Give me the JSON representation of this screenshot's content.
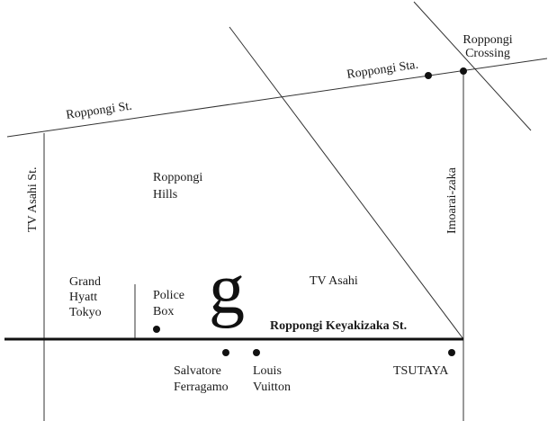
{
  "colors": {
    "ink": "#111111",
    "road": "#333333",
    "background": "#ffffff"
  },
  "map": {
    "logo": "g",
    "roads": {
      "roppongi_st": "Roppongi St.",
      "tv_asahi_st": "TV Asahi St.",
      "imoarai_zaka": "Imoarai-zaka",
      "keyakizaka_st": "Roppongi Keyakizaka St."
    },
    "places": {
      "roppongi_sta": "Roppongi Sta.",
      "roppongi_crossing_l1": "Roppongi",
      "roppongi_crossing_l2": "Crossing",
      "roppongi_hills_l1": "Roppongi",
      "roppongi_hills_l2": "Hills",
      "grand_hyatt_l1": "Grand",
      "grand_hyatt_l2": "Hyatt",
      "grand_hyatt_l3": "Tokyo",
      "police_box_l1": "Police",
      "police_box_l2": "Box",
      "tv_asahi": "TV Asahi",
      "salvatore_l1": "Salvatore",
      "salvatore_l2": "Ferragamo",
      "louis_l1": "Louis",
      "louis_l2": "Vuitton",
      "tsutaya": "TSUTAYA"
    }
  }
}
